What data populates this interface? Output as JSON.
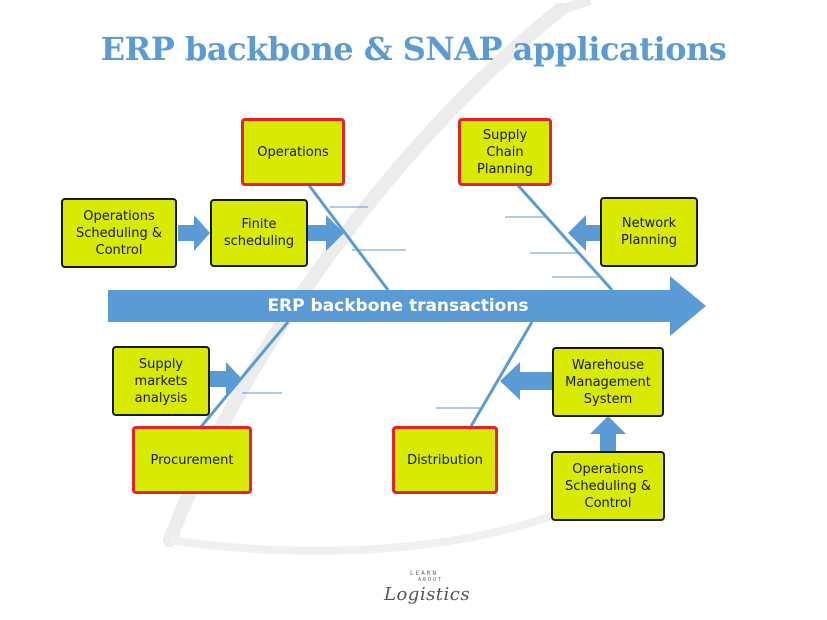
{
  "title": "ERP backbone & SNAP applications",
  "spine": {
    "label": "ERP backbone transactions",
    "color": "#5b9bd5"
  },
  "colors": {
    "box_fill": "#d8ea00",
    "box_border": "#1a1a1a",
    "category_border": "#e8202a",
    "arrow": "#5b9bd5",
    "title": "#5b9bd5"
  },
  "boxes": {
    "operations": {
      "lines": [
        "Operations"
      ]
    },
    "supply_chain_planning": {
      "lines": [
        "Supply",
        "Chain",
        "Planning"
      ]
    },
    "procurement": {
      "lines": [
        "Procurement"
      ]
    },
    "distribution": {
      "lines": [
        "Distribution"
      ]
    },
    "ops_sched_left": {
      "lines": [
        "Operations",
        "Scheduling &",
        "Control"
      ]
    },
    "finite_scheduling": {
      "lines": [
        "Finite",
        "scheduling"
      ]
    },
    "network_planning": {
      "lines": [
        "Network",
        "Planning"
      ]
    },
    "supply_markets": {
      "lines": [
        "Supply",
        "markets",
        "analysis"
      ]
    },
    "warehouse": {
      "lines": [
        "Warehouse",
        "Management",
        "System"
      ]
    },
    "ops_sched_right": {
      "lines": [
        "Operations",
        "Scheduling &",
        "Control"
      ]
    }
  },
  "logo": {
    "top": "LEARN",
    "middle": "ABOUT",
    "word": "Logistics"
  }
}
